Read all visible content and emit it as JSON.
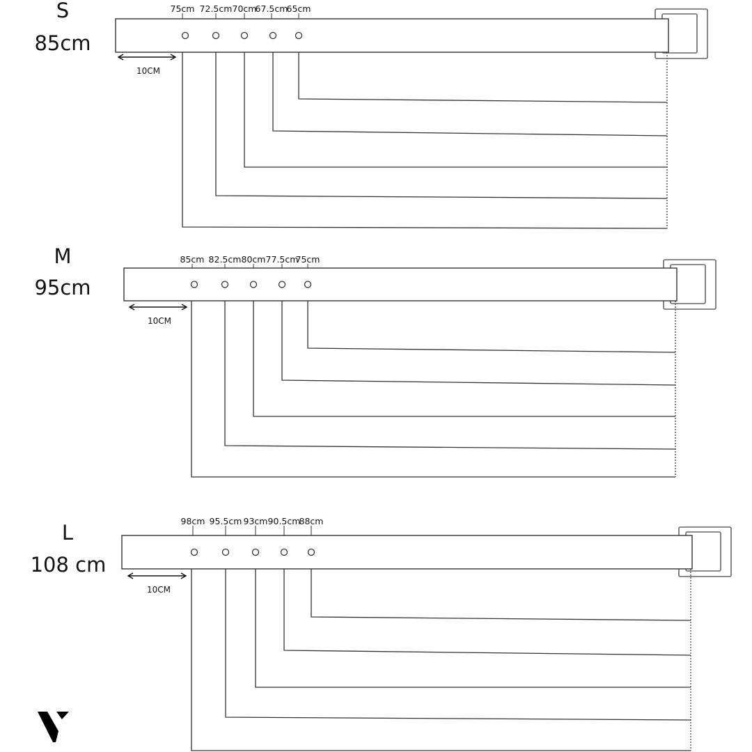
{
  "title": "Belt size chart",
  "sizes": [
    {
      "size": "S",
      "length": "85cm",
      "holes": [
        "75cm",
        "72.5cm",
        "70cm",
        "67.5cm",
        "65cm"
      ],
      "tip_label": "10CM"
    },
    {
      "size": "M",
      "length": "95cm",
      "holes": [
        "85cm",
        "82.5cm",
        "80cm",
        "77.5cm",
        "75cm"
      ],
      "tip_label": "10CM"
    },
    {
      "size": "L",
      "length": "108 cm",
      "holes": [
        "98cm",
        "95.5cm",
        "93cm",
        "90.5cm",
        "88cm"
      ],
      "tip_label": "10CM"
    }
  ],
  "logo": "V",
  "colors": {
    "line": "#333333",
    "logo": "#000000"
  }
}
